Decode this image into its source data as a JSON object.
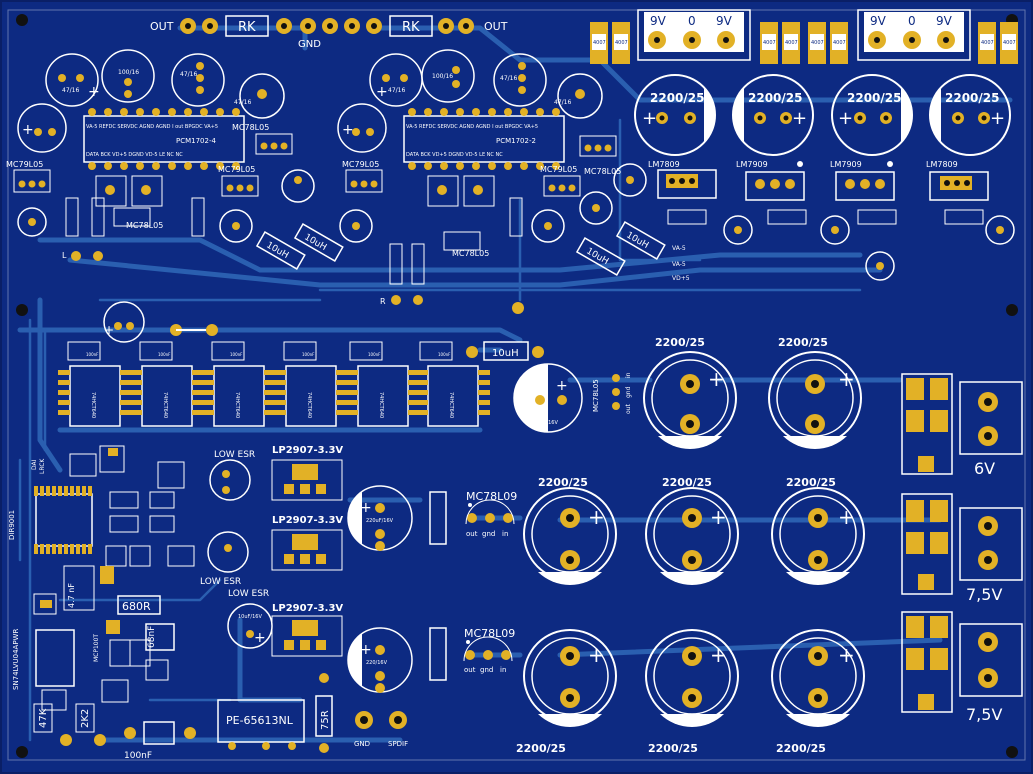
{
  "board": {
    "colors": {
      "substrate": "#0d2a82",
      "substrate_edge": "#0a1f66",
      "trace": "#2a5fb0",
      "silk": "#ffffff",
      "pad": "#e2b126",
      "hole": "#111111"
    }
  },
  "top": {
    "out_left": "OUT",
    "rk_left": "RK",
    "gnd": "GND",
    "rk_right": "RK",
    "out_right": "OUT"
  },
  "transformers": {
    "left": [
      "9V",
      "0",
      "9V"
    ],
    "right": [
      "9V",
      "0",
      "9V"
    ]
  },
  "diodes": [
    "4007",
    "4007",
    "4007",
    "4007",
    "4007",
    "4007",
    "4007",
    "4007"
  ],
  "caps_top": {
    "c1": "47/16",
    "c2": "100/16",
    "c3": "47/16",
    "c4": "47/16",
    "c5": "47/16",
    "c6": "100/16",
    "c7": "47/16",
    "c8": "47/16",
    "big": [
      "2200/25",
      "2200/25",
      "2200/25",
      "2200/25"
    ]
  },
  "dac_left": {
    "pins_top": "VA-5 REFDC SERVDC AGND AGND I out BPGDC VA+5",
    "name": "PCM1702-4",
    "pins_bottom": "DATA BCK VD+5 DGND VD-5 LE NC NC"
  },
  "dac_right": {
    "pins_top": "VA-5 REFDC SERVDC AGND AGND I out BPGDC VA+5",
    "name": "PCM1702-2",
    "pins_bottom": "DATA BCK VD+5 DGND VD-5 LE NC NC"
  },
  "regulators_small": {
    "mc79_left": "MC79L05",
    "mc78_left": "MC78L05",
    "mc79_mid": "MC79L05",
    "mc79_right": "MC79L05",
    "mc78_right": "MC78L05",
    "mc78_bottom_left": "MC78L05",
    "mc78_bottom_right": "MC78L05"
  },
  "regulators_big": [
    "LM7809",
    "LM7909",
    "LM7909",
    "LM7809"
  ],
  "inductors": {
    "top1": "10uH",
    "top2": "10uH",
    "top3": "10uH",
    "top4": "10uH",
    "mid": "10uH"
  },
  "rails": {
    "r1": "VA-5",
    "r2": "VA-5",
    "r3": "VD+5"
  },
  "side_labels": {
    "l": "L",
    "r": "R"
  },
  "logic_ics": [
    "74HCT640",
    "74HCT640",
    "74HCT640",
    "74HCT640",
    "74HCT640",
    "74HCT640"
  ],
  "logic_caps": [
    "100nF",
    "100nF",
    "100nF",
    "100nF",
    "100nF",
    "100nF"
  ],
  "mid_cap": "47uF/16V",
  "mc78_vertical": "MC78L05",
  "mc78_pins": [
    "in",
    "gnd",
    "out"
  ],
  "supply_caps": {
    "row1": [
      "2200/25",
      "2200/25"
    ],
    "row2": [
      "2200/25",
      "2200/25",
      "2200/25"
    ],
    "row3_bottom": [
      "2200/25",
      "2200/25",
      "2200/25"
    ]
  },
  "voltages": [
    "6V",
    "7,5V",
    "7,5V"
  ],
  "ldo": {
    "l1": "LP2907-3.3V",
    "l2": "LP2907-3.3V",
    "l3": "LP2907-3.3V",
    "low_esr1": "LOW ESR",
    "low_esr2": "LOW ESR",
    "low_esr3": "LOW ESR",
    "cap_a": "10uF/16V",
    "cap_b": "220uF/16V",
    "cap_c": "220/16V"
  },
  "mc78l09": {
    "a": "MC78L09",
    "b": "MC78L09",
    "pins": [
      "out",
      "gnd",
      "in"
    ]
  },
  "lower_left": {
    "dir": "DIR9001",
    "sn": "SN74LVU04APWR",
    "r680": "680R",
    "c68n": "68nF",
    "r47k": "47K",
    "r2k2": "2K2",
    "c100n": "100nF",
    "pe": "PE-65613NL",
    "r75": "75R",
    "gnd": "GND",
    "spdif": "SPDIF",
    "dai": "DAI",
    "lrck": "LRCK",
    "mcp": "MCP100T",
    "c47p": "4.7 nF"
  }
}
